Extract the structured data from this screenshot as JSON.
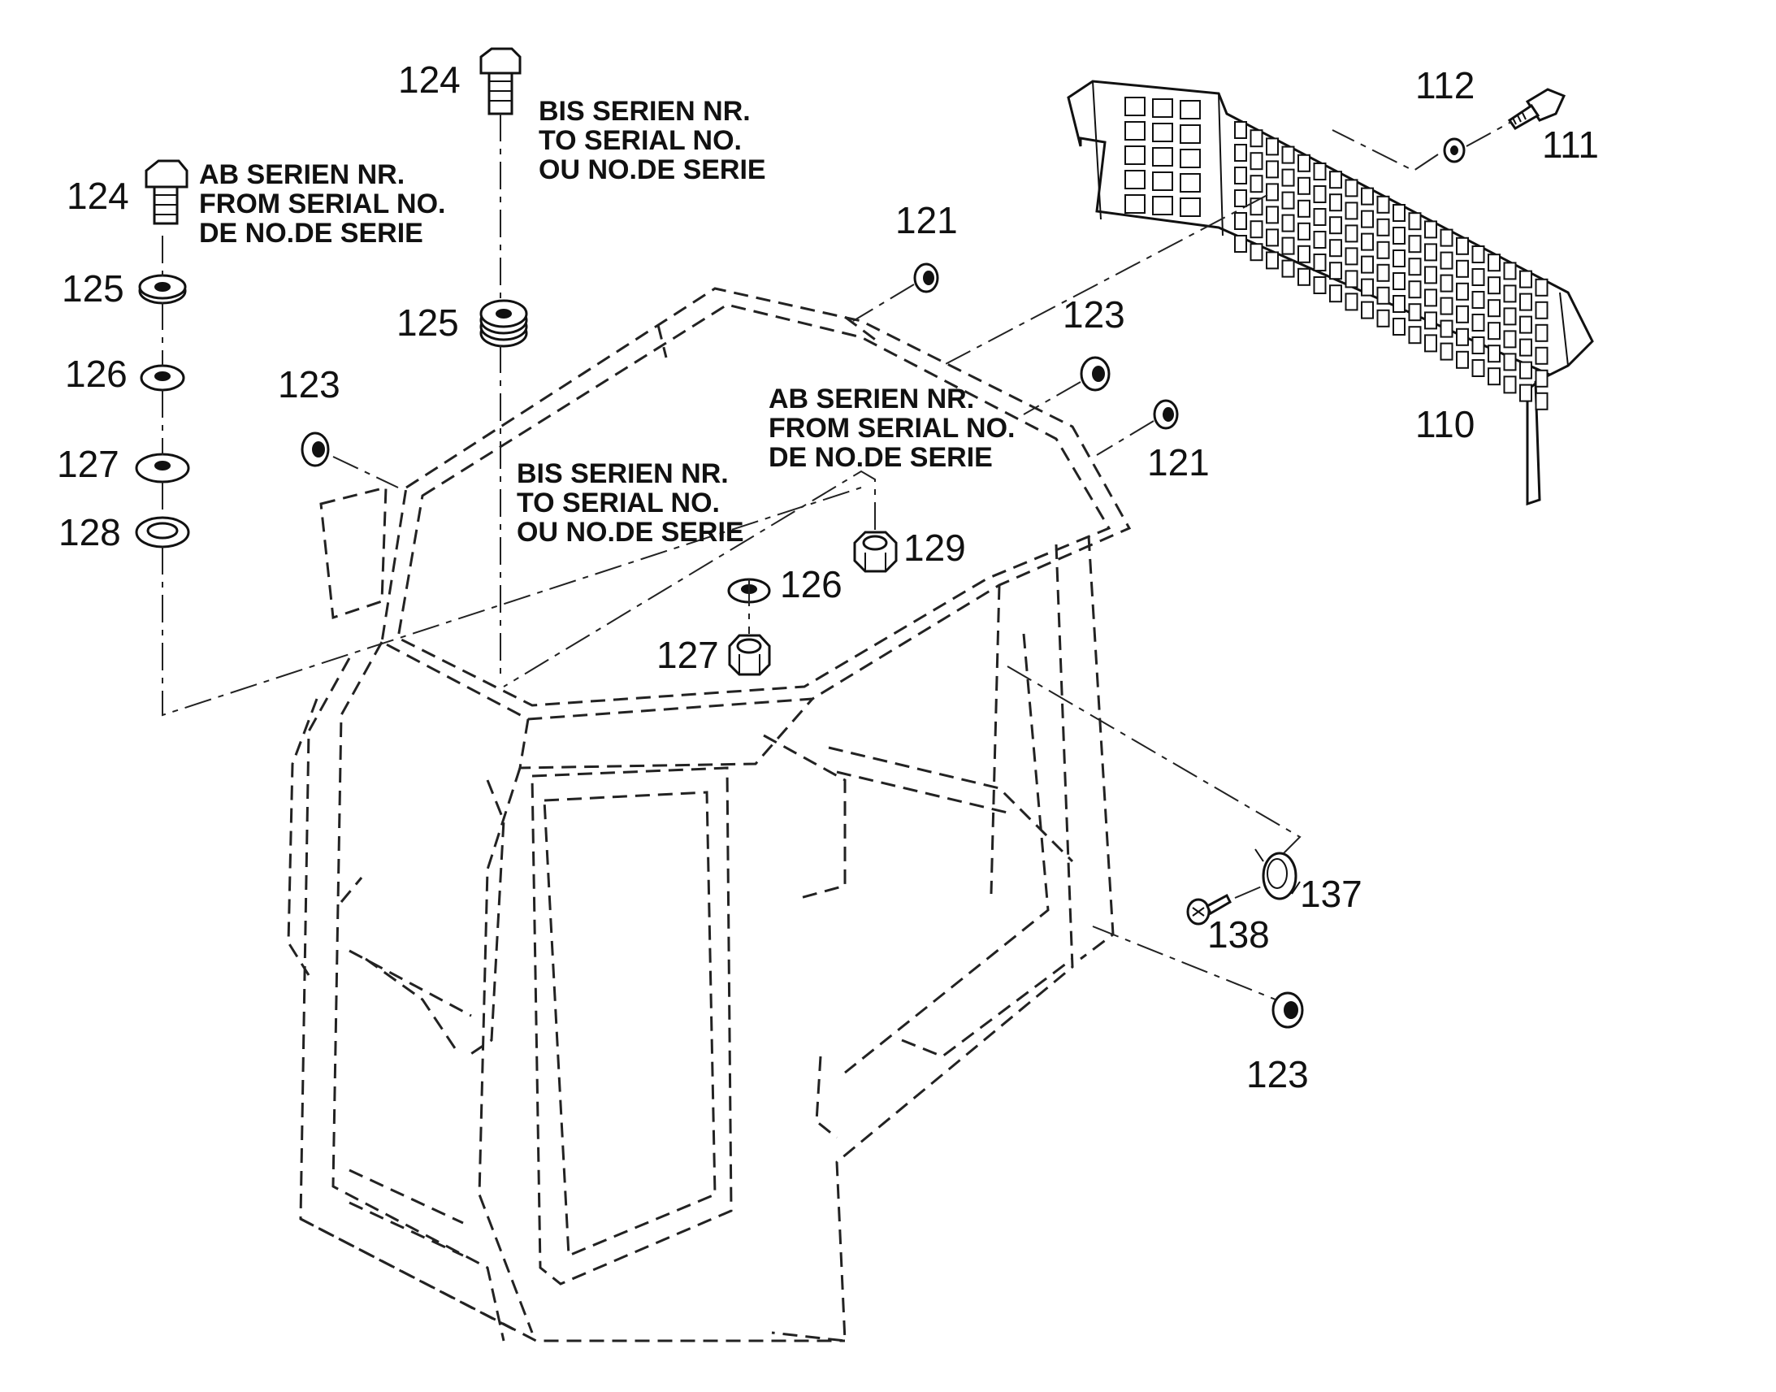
{
  "callouts": {
    "c110": "110",
    "c111": "111",
    "c112": "112",
    "c121a": "121",
    "c121b": "121",
    "c123a": "123",
    "c123b": "123",
    "c123c": "123",
    "c124a": "124",
    "c124b": "124",
    "c125a": "125",
    "c125b": "125",
    "c126a": "126",
    "c126b": "126",
    "c127a": "127",
    "c127b": "127",
    "c128": "128",
    "c129": "129",
    "c137": "137",
    "c138": "138"
  },
  "notes": {
    "ab_left": [
      "AB SERIEN NR.",
      "FROM SERIAL NO.",
      "DE NO.DE SERIE"
    ],
    "bis_top": [
      "BIS SERIEN NR.",
      "TO SERIAL NO.",
      "OU NO.DE SERIE"
    ],
    "ab_mid": [
      "AB SERIEN NR.",
      "FROM SERIAL NO.",
      "DE NO.DE SERIE"
    ],
    "bis_mid": [
      "BIS SERIEN NR.",
      "TO SERIAL NO.",
      "OU NO.DE SERIE"
    ]
  }
}
